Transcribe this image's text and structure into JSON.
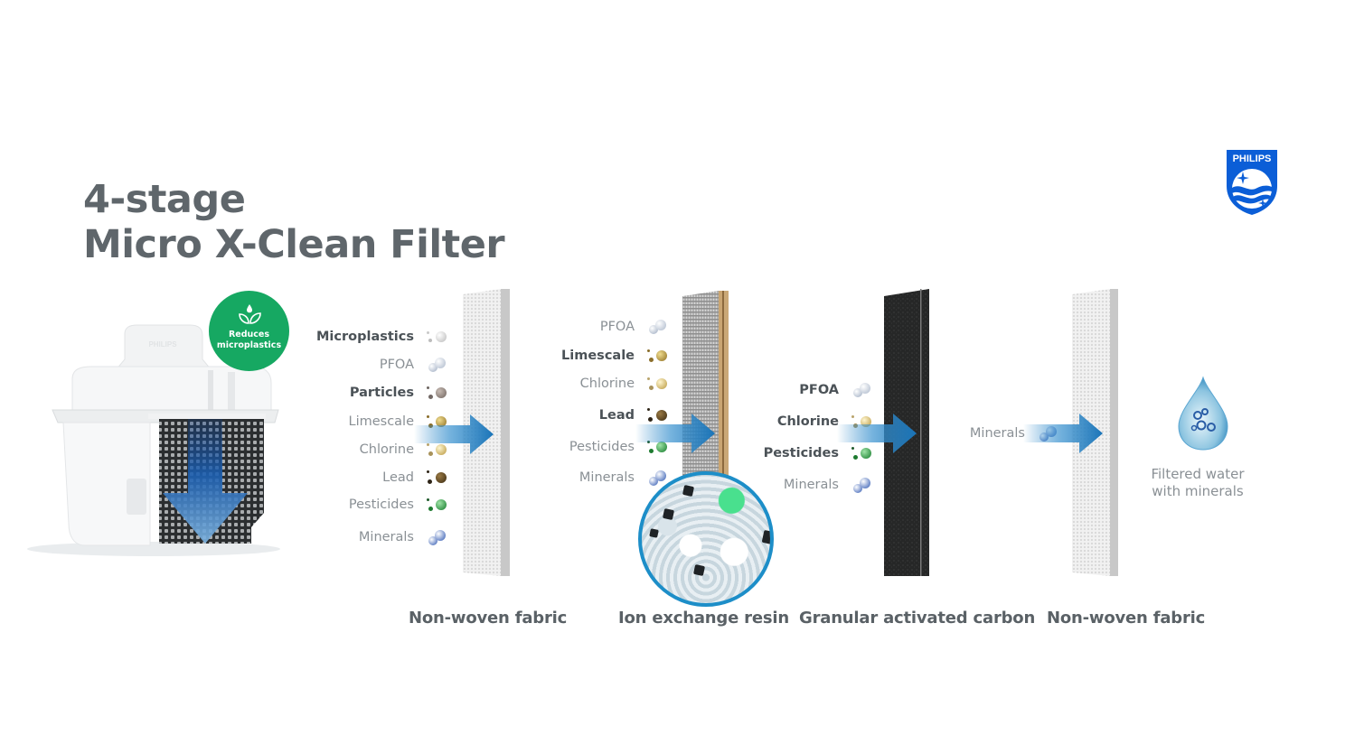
{
  "header": {
    "title_line1": "4-stage",
    "title_line2": "Micro X-Clean Filter",
    "brand": "PHILIPS"
  },
  "badge": {
    "line1": "Reduces",
    "line2": "microplastics",
    "icon": "leaf-drop-icon",
    "color": "#16a862"
  },
  "cartridge": {
    "embossed_text": "PHILIPS"
  },
  "stages": [
    {
      "label": "Non-woven fabric",
      "material": "white-fabric",
      "contaminants": [
        {
          "name": "Microplastics",
          "bold": true,
          "icon": "microplastics-particles-icon"
        },
        {
          "name": "PFOA",
          "bold": false,
          "icon": "pfoa-bubbles-icon"
        },
        {
          "name": "Particles",
          "bold": true,
          "icon": "particles-icon"
        },
        {
          "name": "Limescale",
          "bold": false,
          "icon": "limescale-particles-icon"
        },
        {
          "name": "Chlorine",
          "bold": false,
          "icon": "chlorine-particles-icon"
        },
        {
          "name": "Lead",
          "bold": false,
          "icon": "lead-particles-icon"
        },
        {
          "name": "Pesticides",
          "bold": false,
          "icon": "pesticides-particles-icon"
        },
        {
          "name": "Minerals",
          "bold": false,
          "icon": "minerals-bubbles-icon"
        }
      ]
    },
    {
      "label": "Ion exchange resin",
      "material": "mesh-with-resin-beads",
      "contaminants": [
        {
          "name": "PFOA",
          "bold": false,
          "icon": "pfoa-bubbles-icon"
        },
        {
          "name": "Limescale",
          "bold": true,
          "icon": "limescale-particles-icon"
        },
        {
          "name": "Chlorine",
          "bold": false,
          "icon": "chlorine-particles-icon"
        },
        {
          "name": "Lead",
          "bold": true,
          "icon": "lead-particles-icon"
        },
        {
          "name": "Pesticides",
          "bold": false,
          "icon": "pesticides-particles-icon"
        },
        {
          "name": "Minerals",
          "bold": false,
          "icon": "minerals-bubbles-icon"
        }
      ]
    },
    {
      "label": "Granular activated carbon",
      "material": "black-carbon",
      "contaminants": [
        {
          "name": "PFOA",
          "bold": true,
          "icon": "pfoa-bubbles-icon"
        },
        {
          "name": "Chlorine",
          "bold": true,
          "icon": "chlorine-particles-icon"
        },
        {
          "name": "Pesticides",
          "bold": true,
          "icon": "pesticides-particles-icon"
        },
        {
          "name": "Minerals",
          "bold": false,
          "icon": "minerals-bubbles-icon"
        }
      ]
    },
    {
      "label": "Non-woven fabric",
      "material": "white-fabric",
      "contaminants": [
        {
          "name": "Minerals",
          "bold": false,
          "icon": "minerals-bubbles-icon"
        }
      ]
    }
  ],
  "result": {
    "line1": "Filtered water",
    "line2": "with minerals",
    "icon": "water-drop-icon"
  },
  "colors": {
    "title": "#5f666b",
    "arrow_blue": "#1d7fc4",
    "logo_blue": "#0b5ed7",
    "badge_green": "#16a862"
  }
}
